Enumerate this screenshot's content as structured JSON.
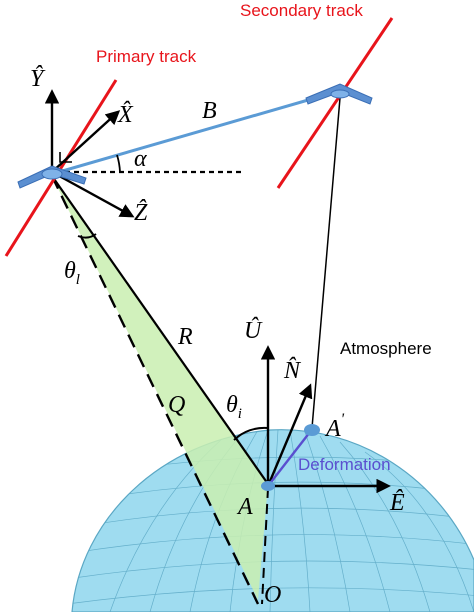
{
  "labels": {
    "secondary_track": "Secondary track",
    "primary_track": "Primary track",
    "atmosphere": "Atmosphere",
    "deformation": "Deformation",
    "axis_y": "Ŷ",
    "axis_x": "X̂",
    "axis_z": "Ẑ",
    "axis_u": "Û",
    "axis_n": "N̂",
    "axis_e": "Ê",
    "baseline": "B",
    "alpha": "α",
    "theta": "θ",
    "theta_l_sub": "l",
    "theta_i_sub": "i",
    "range": "R",
    "q": "Q",
    "point_a": "A",
    "point_a_prime": "A",
    "prime_mark": "'",
    "origin": "O"
  },
  "colors": {
    "track": "#e8141b",
    "baseline": "#5b9bd5",
    "earth_fill": "#9fdcf0",
    "earth_grid": "#5aa7c4",
    "beam_fill": "#c9efb0",
    "deformation": "#5a4fcf",
    "satellite": "#5b8fd1",
    "ink": "#000000"
  }
}
